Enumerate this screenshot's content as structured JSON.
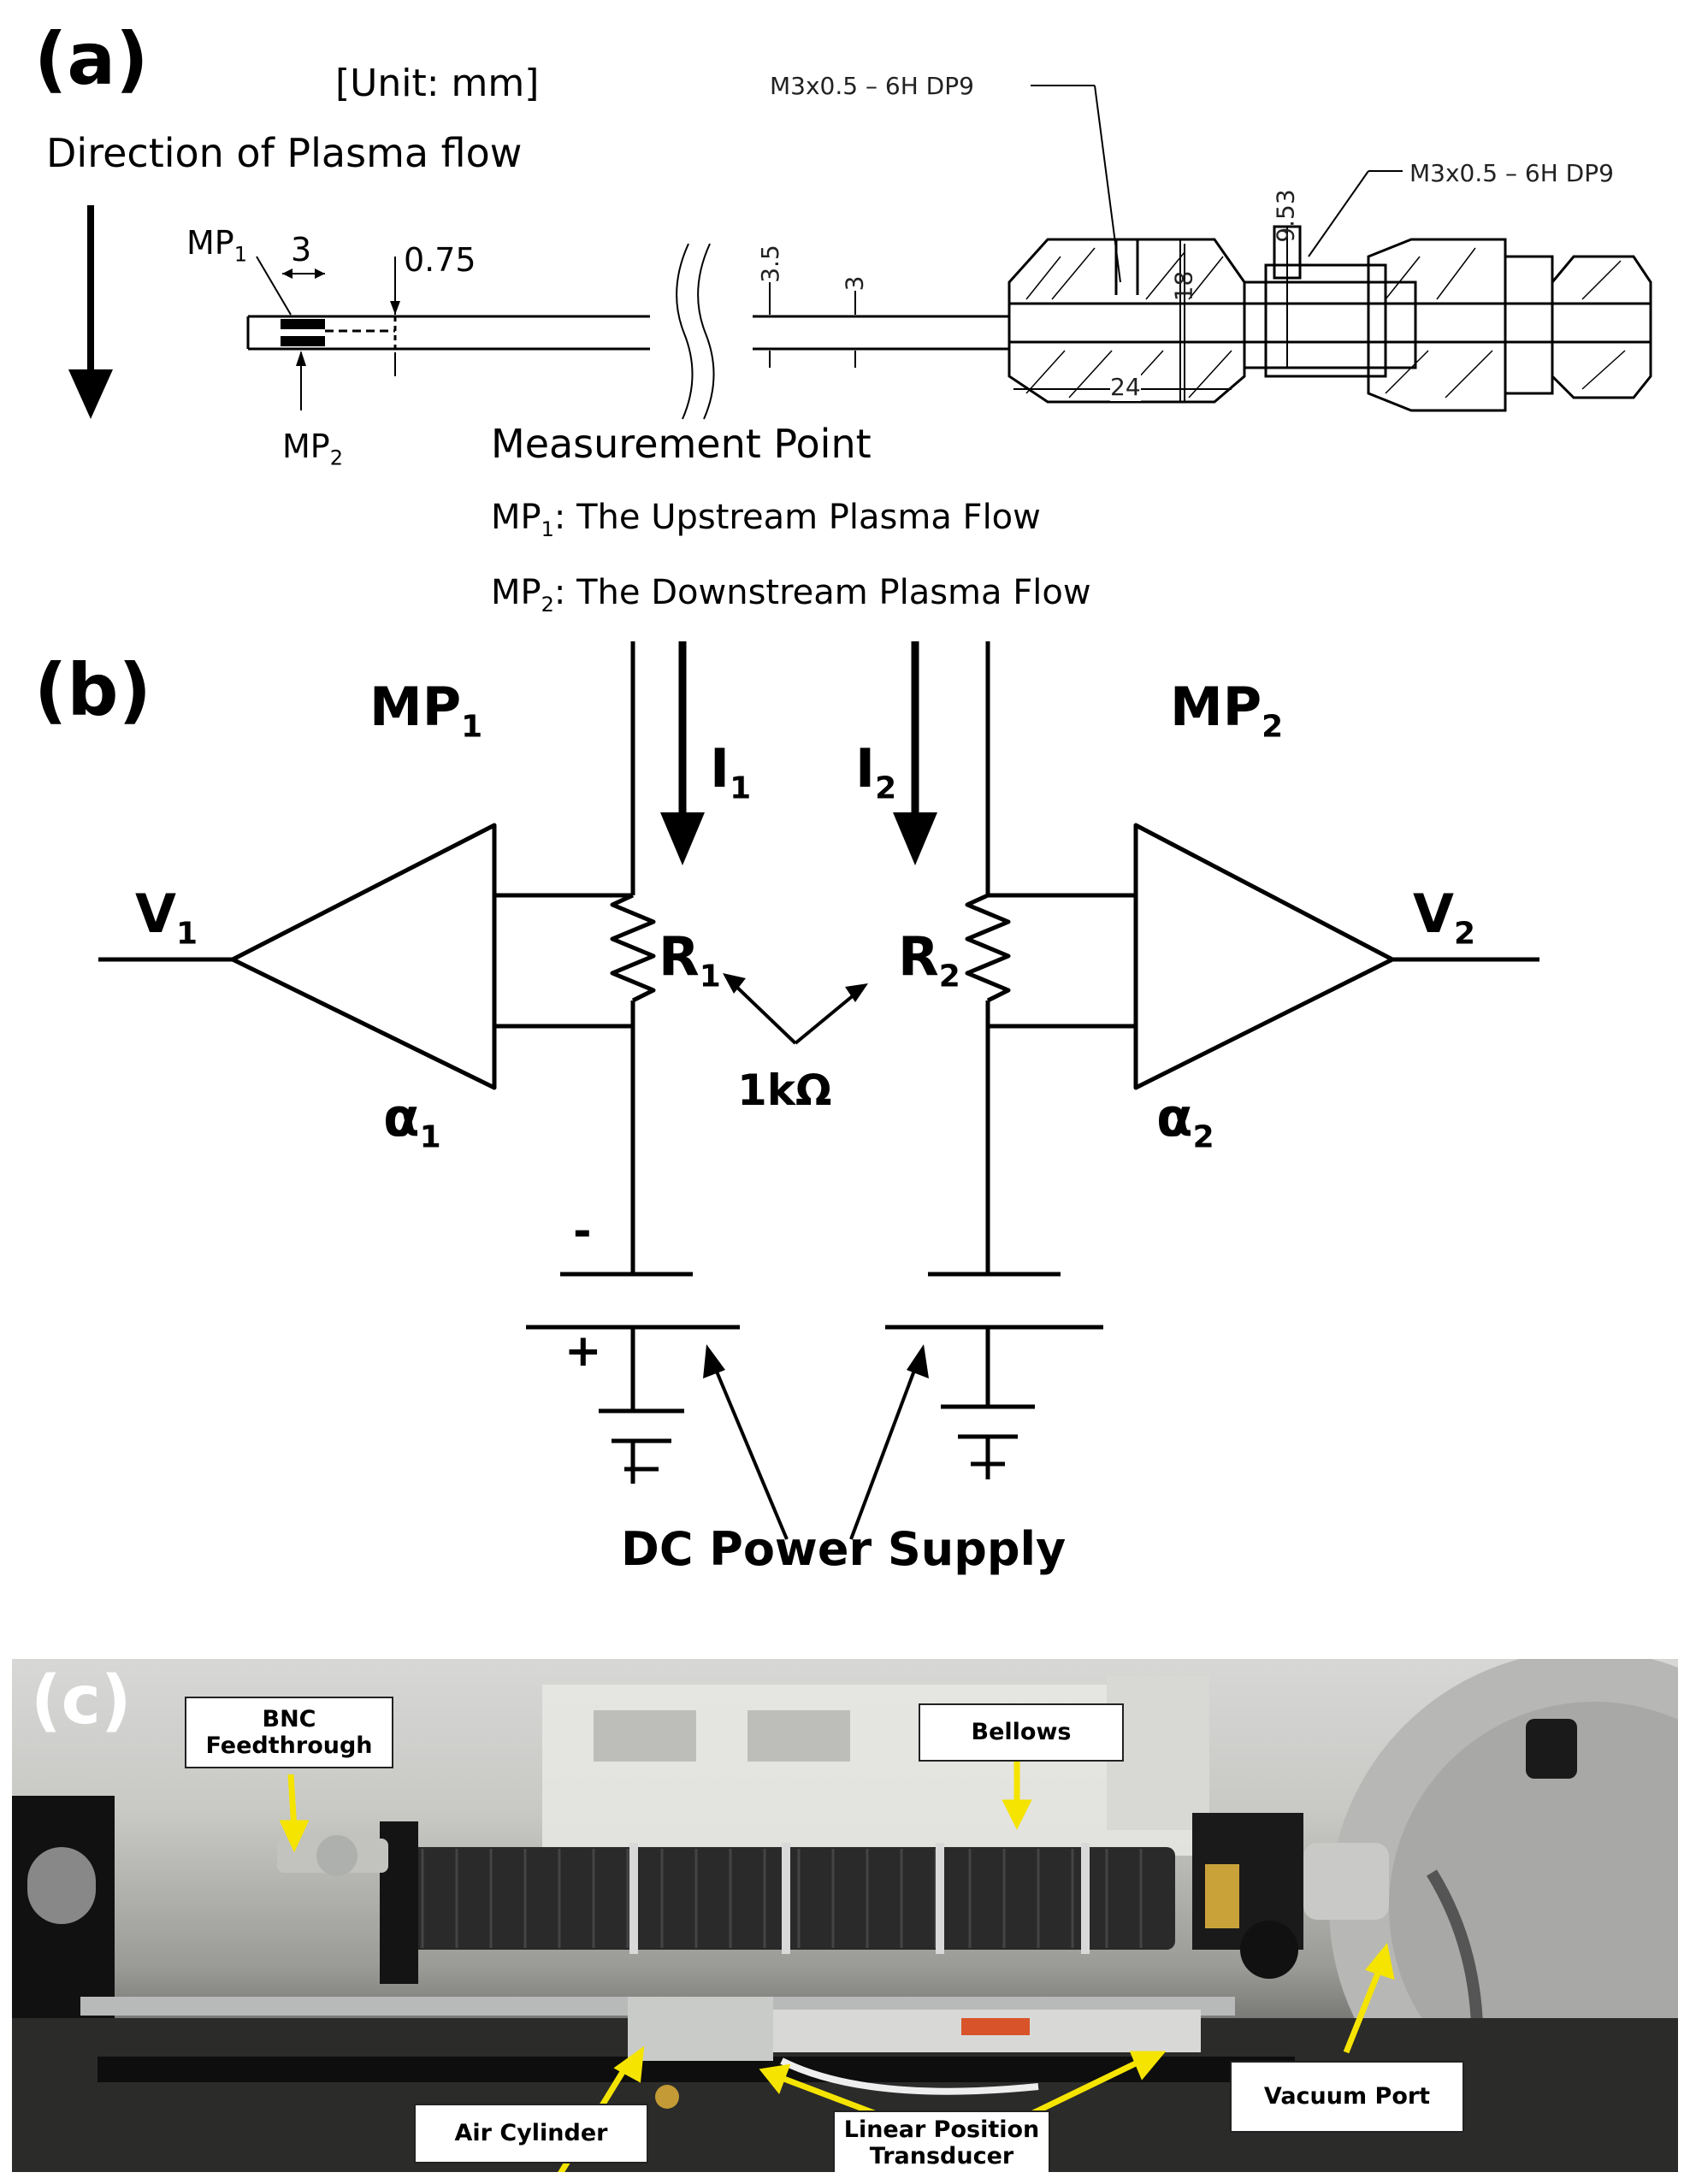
{
  "panel_a": {
    "label": "(a)",
    "unit": "[Unit: mm]",
    "direction": "Direction of Plasma flow",
    "mp1": "MP",
    "mp1_sub": "1",
    "mp2": "MP",
    "mp2_sub": "2",
    "dim_3": "3",
    "dim_075": "0.75",
    "dim_35": "3.5",
    "dim_3b": "3",
    "dim_18": "18",
    "dim_24": "24",
    "dim_953": "9.53",
    "thread1": "M3x0.5 – 6H DP9",
    "thread2": "M3x0.5 – 6H DP9",
    "mp_title": "Measurement Point",
    "mp1_line_prefix": "MP",
    "mp1_line_sub": "1",
    "mp1_line_text": ": The Upstream Plasma Flow",
    "mp2_line_prefix": "MP",
    "mp2_line_sub": "2",
    "mp2_line_text": ": The Downstream Plasma Flow"
  },
  "panel_b": {
    "label": "(b)",
    "mp1": "MP",
    "mp1_sub": "1",
    "mp2": "MP",
    "mp2_sub": "2",
    "i1": "I",
    "i1_sub": "1",
    "i2": "I",
    "i2_sub": "2",
    "v1": "V",
    "v1_sub": "1",
    "v2": "V",
    "v2_sub": "2",
    "r1": "R",
    "r1_sub": "1",
    "r2": "R",
    "r2_sub": "2",
    "a1": "α",
    "a1_sub": "1",
    "a2": "α",
    "a2_sub": "2",
    "resistance": "1kΩ",
    "minus": "-",
    "plus": "+",
    "dc": "DC Power Supply"
  },
  "panel_c": {
    "label": "(c)",
    "bnc": "BNC\nFeedthrough",
    "bellows": "Bellows",
    "air_cylinder": "Air Cylinder",
    "lpt": "Linear Position\nTransducer",
    "vacuum_port": "Vacuum Port"
  },
  "colors": {
    "arrow_yellow": "#f5e400",
    "ink": "#000000"
  }
}
